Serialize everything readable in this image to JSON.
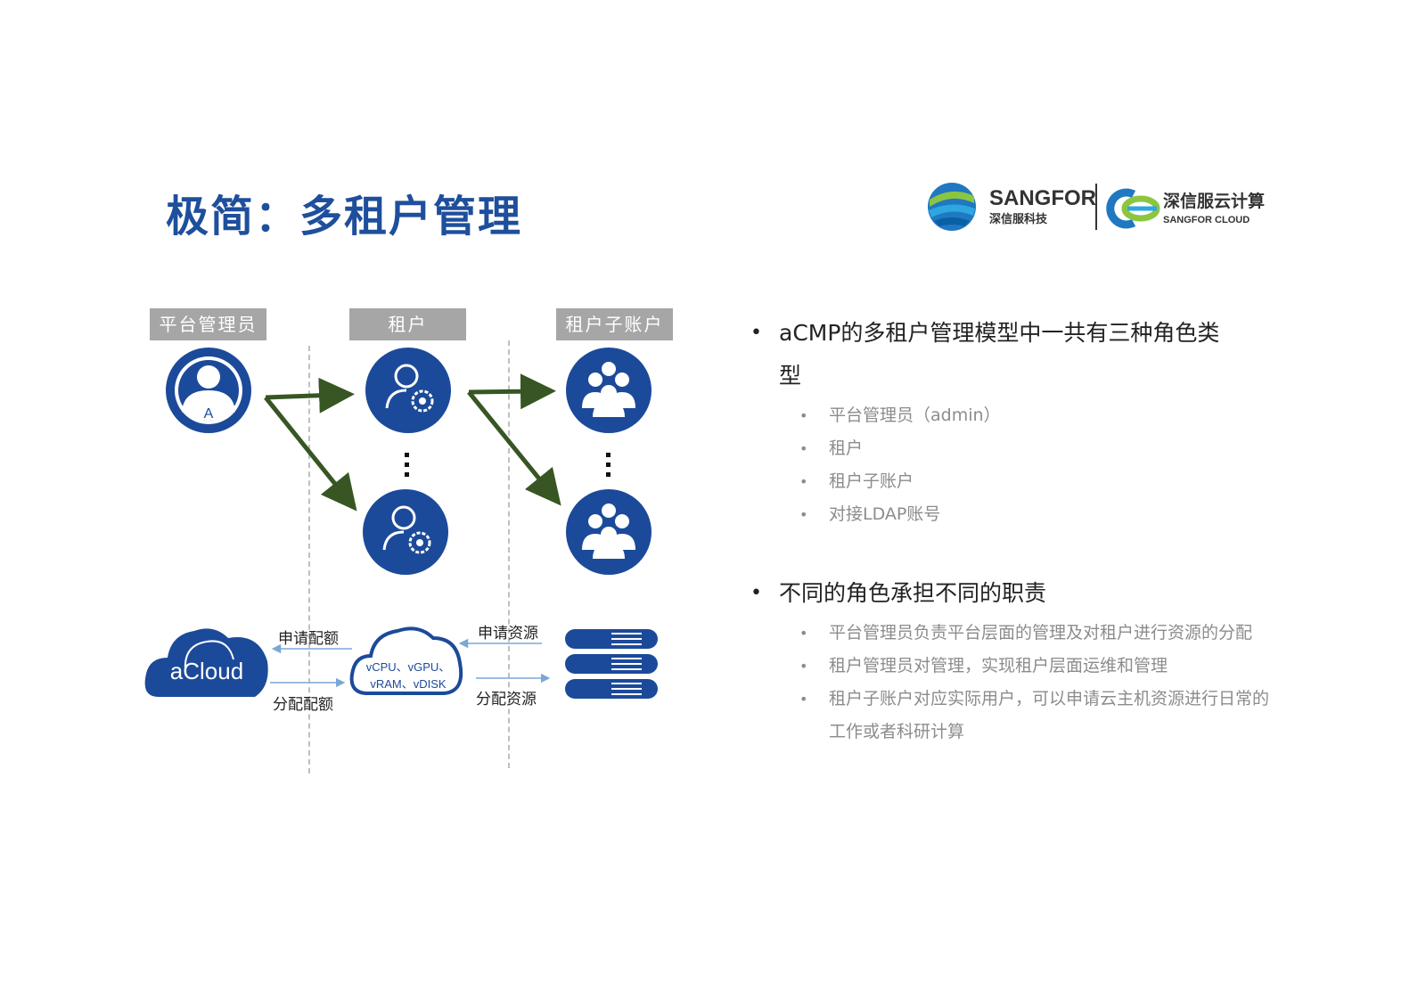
{
  "slide": {
    "title": "极简：多租户管理"
  },
  "logo": {
    "brand1_en": "SANGFOR",
    "brand1_cn": "深信服科技",
    "brand2_cn": "深信服云计算",
    "brand2_en": "SANGFOR CLOUD"
  },
  "diagram": {
    "roles": [
      "平台管理员",
      "租户",
      "租户子账户"
    ],
    "admin_letter": "A",
    "acloud_label": "aCloud",
    "resource_cloud_line1": "vCPU、vGPU、",
    "resource_cloud_line2": "vRAM、vDISK",
    "apply_quota": "申请配额",
    "allocate_quota": "分配配额",
    "apply_resource": "申请资源",
    "allocate_resource": "分配资源",
    "arrow_color": "#375623",
    "icon_color": "#1c4a9a",
    "flow_arrow_color": "#7aa7d6"
  },
  "bullets": [
    {
      "text": "aCMP的多租户管理模型中一共有三种角色类型",
      "items": [
        "平台管理员（admin）",
        "租户",
        "租户子账户",
        "对接LDAP账号"
      ]
    },
    {
      "text": "不同的角色承担不同的职责",
      "items": [
        "平台管理员负责平台层面的管理及对租户进行资源的分配",
        "租户管理员对管理，实现租户层面运维和管理",
        "租户子账户对应实际用户，可以申请云主机资源进行日常的工作或者科研计算"
      ]
    }
  ]
}
